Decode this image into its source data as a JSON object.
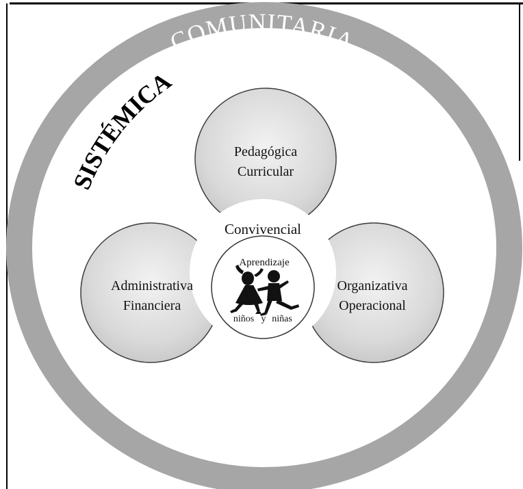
{
  "outer_ring": {
    "label": "COMUNITARIA"
  },
  "inner_arc": {
    "label": "SISTÉMICA"
  },
  "dimensions": {
    "top": {
      "line1": "Pedagógica",
      "line2": "Curricular"
    },
    "left": {
      "line1": "Administrativa",
      "line2": "Financiera"
    },
    "right": {
      "line1": "Organizativa",
      "line2": "Operacional"
    }
  },
  "center": {
    "convivencial": "Convivencial",
    "aprendizaje": "Aprendizaje",
    "ninos": "niños",
    "y": "y",
    "ninas": "niñas"
  },
  "colors": {
    "ring": "#a6a6a6",
    "bubble_light": "#f2f2f2",
    "bubble_dark": "#c8c8c8",
    "stroke": "#404040",
    "ink": "#111111"
  }
}
